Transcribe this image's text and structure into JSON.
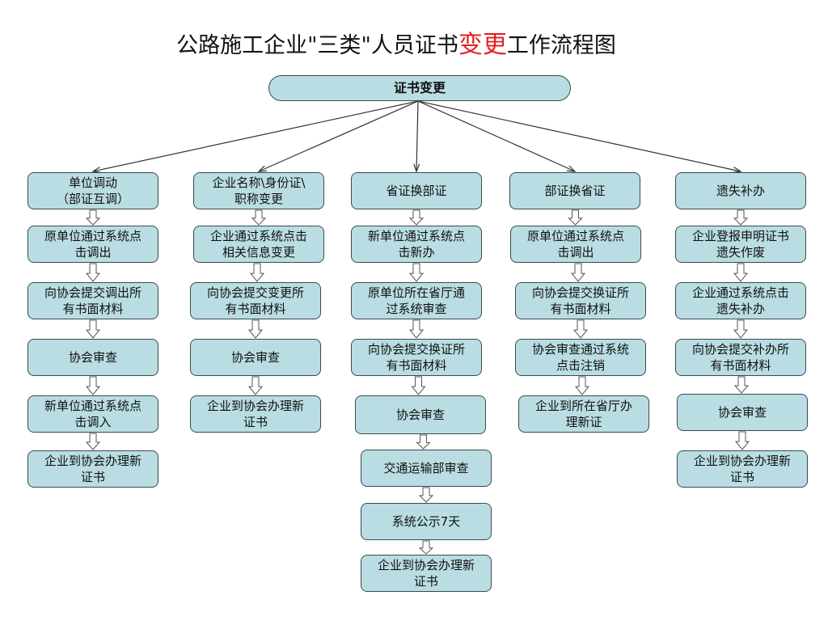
{
  "title": {
    "prefix": "公路施工企业\"三类\"人员证书",
    "highlight": "变更",
    "suffix": "工作流程图"
  },
  "root": "证书变更",
  "colors": {
    "box_fill": "#b9dde3",
    "box_border": "#3a4a4e",
    "highlight": "#e02020"
  },
  "columns": [
    {
      "steps": [
        "单位调动\n（部证互调）",
        "原单位通过系统点\n击调出",
        "向协会提交调出所\n有书面材料",
        "协会审查",
        "新单位通过系统点\n击调入",
        "企业到协会办理新\n证书"
      ]
    },
    {
      "steps": [
        "企业名称\\身份证\\\n职称变更",
        "企业通过系统点击\n相关信息变更",
        "向协会提交变更所\n有书面材料",
        "协会审查",
        "企业到协会办理新\n证书"
      ]
    },
    {
      "steps": [
        "省证换部证",
        "新单位通过系统点\n击新办",
        "原单位所在省厅通\n过系统审查",
        "向协会提交换证所\n有书面材料",
        "协会审查",
        "交通运输部审查",
        "系统公示7天",
        "企业到协会办理新\n证书"
      ]
    },
    {
      "steps": [
        "部证换省证",
        "原单位通过系统点\n击调出",
        "向协会提交换证所\n有书面材料",
        "协会审查通过系统\n点击注销",
        "企业到所在省厅办\n理新证"
      ]
    },
    {
      "steps": [
        "遗失补办",
        "企业登报申明证书\n遗失作废",
        "企业通过系统点击\n遗失补办",
        "向协会提交补办所\n有书面材料",
        "协会审查",
        "企业到协会办理新\n证书"
      ]
    }
  ]
}
